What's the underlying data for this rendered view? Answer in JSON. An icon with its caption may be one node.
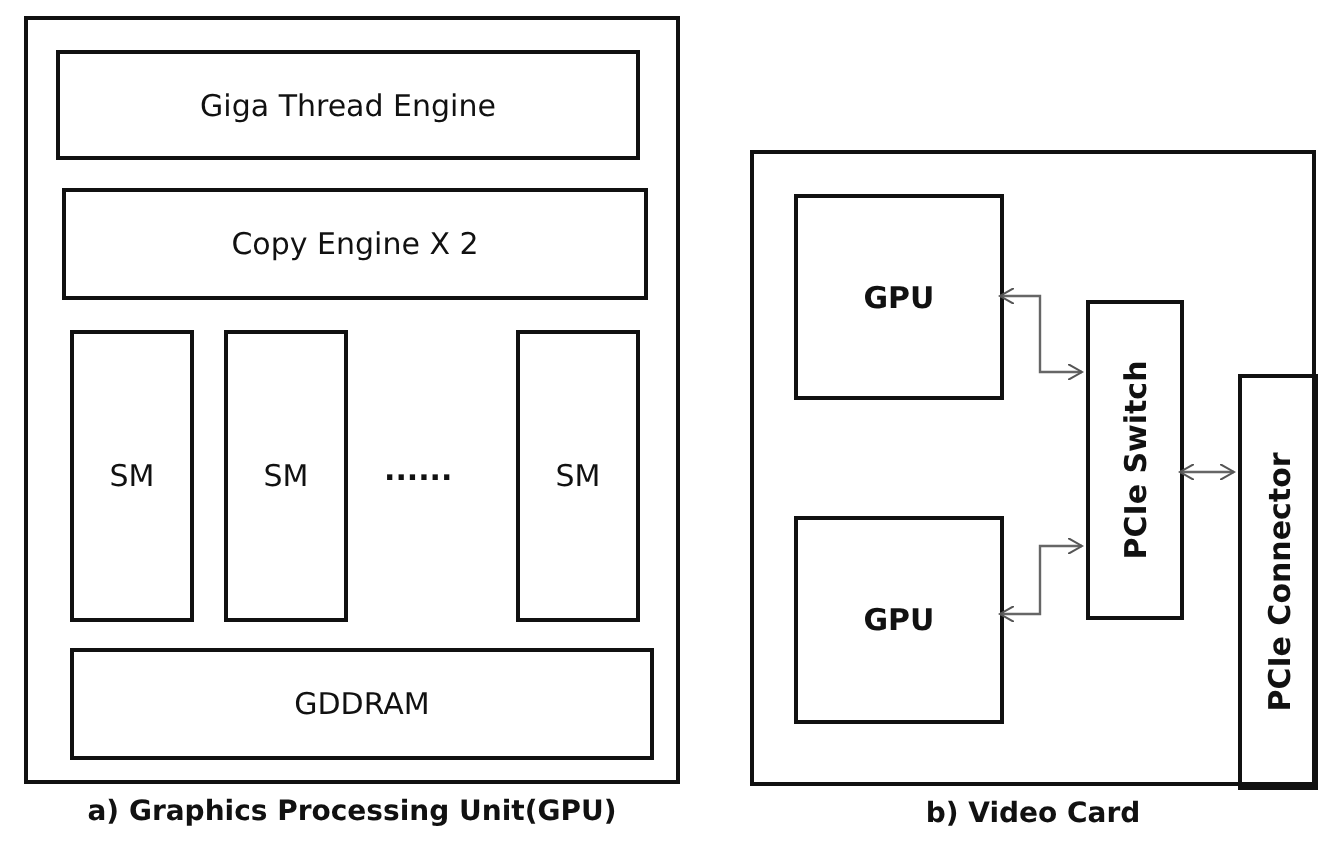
{
  "diagram": {
    "nodes": [
      {
        "text": [
          "a) Graphics Processing Unit(GPU)"
        ]
      },
      {
        "text": [
          "Giga Thread Engine"
        ],
        "in": 0
      },
      {
        "text": [
          "Copy Engine X 2"
        ],
        "in": 0
      },
      {
        "text": [
          "SM"
        ],
        "in": 0
      },
      {
        "text": [
          "SM"
        ],
        "in": 0
      },
      {
        "text": [
          "SM"
        ],
        "in": 0
      },
      {
        "text": [
          "GDDRAM"
        ],
        "in": 0
      },
      {
        "text": [
          "b) Video Card"
        ]
      },
      {
        "text": [
          "GPU"
        ],
        "in": 7
      },
      {
        "text": [
          "GPU"
        ],
        "in": 7
      },
      {
        "text": [
          "PCIe Switch"
        ],
        "in": 7
      },
      {
        "text": [
          "PCIe Connector"
        ],
        "in": 7
      }
    ],
    "edges": [
      {
        "from": 8,
        "to": 10,
        "arrow": "both"
      },
      {
        "from": 9,
        "to": 10,
        "arrow": "both"
      },
      {
        "from": 10,
        "to": 11,
        "arrow": "both"
      }
    ],
    "labels": [
      "......"
    ]
  }
}
